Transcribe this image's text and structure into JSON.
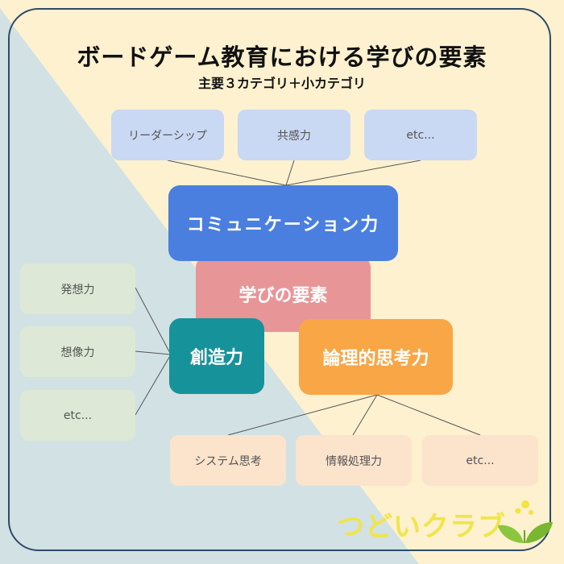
{
  "header": {
    "title": "ボードゲーム教育における学びの要素",
    "subtitle": "主要３カテゴリ＋小カテゴリ"
  },
  "center": {
    "label": "学びの要素"
  },
  "categories": {
    "communication": {
      "label": "コミュニケーション力",
      "children": [
        "リーダーシップ",
        "共感力",
        "etc..."
      ]
    },
    "creativity": {
      "label": "創造力",
      "children": [
        "発想力",
        "想像力",
        "etc..."
      ]
    },
    "logic": {
      "label": "論理的思考力",
      "children": [
        "システム思考",
        "情報処理力",
        "etc..."
      ]
    }
  },
  "logo": {
    "text": "つどいクラブ"
  },
  "colors": {
    "communication": "#4a7fe0",
    "center": "#e89598",
    "creativity": "#16929a",
    "logic": "#f9a646",
    "bg_yellow": "#fdf1cf",
    "bg_blue": "#d2e1e4"
  }
}
